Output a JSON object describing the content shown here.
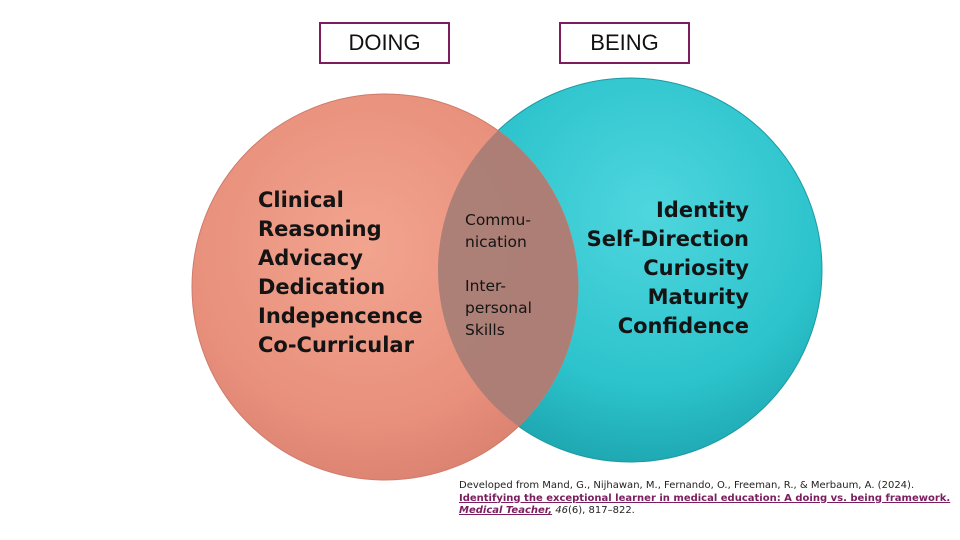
{
  "labels": {
    "doing": "DOING",
    "being": "BEING"
  },
  "doing_items": [
    "Clinical",
    "Reasoning",
    "Advicacy",
    "Dedication",
    "Indepencence",
    "Co-Curricular"
  ],
  "being_items": [
    "Identity",
    "Self-Direction",
    "Curiosity",
    "Maturity",
    "Confidence"
  ],
  "overlap_items": [
    [
      "Commu-",
      "nication"
    ],
    [
      "Inter-",
      "personal",
      "Skills"
    ]
  ],
  "citation": {
    "line1": "Developed from Mand, G., Nijhawan, M., Fernando, O., Freeman, R., & Merbaum, A. (2024).",
    "title": "Identifying the exceptional learner in medical education: A doing vs. being framework.",
    "journal": "Medical Teacher,",
    "volume": "46",
    "issue_pages": "(6), 817–822."
  },
  "colors": {
    "doing_circle": "#e9907c",
    "being_circle": "#2cc4cc",
    "overlap": "#b47f78",
    "box_border": "#7b1d5e"
  }
}
